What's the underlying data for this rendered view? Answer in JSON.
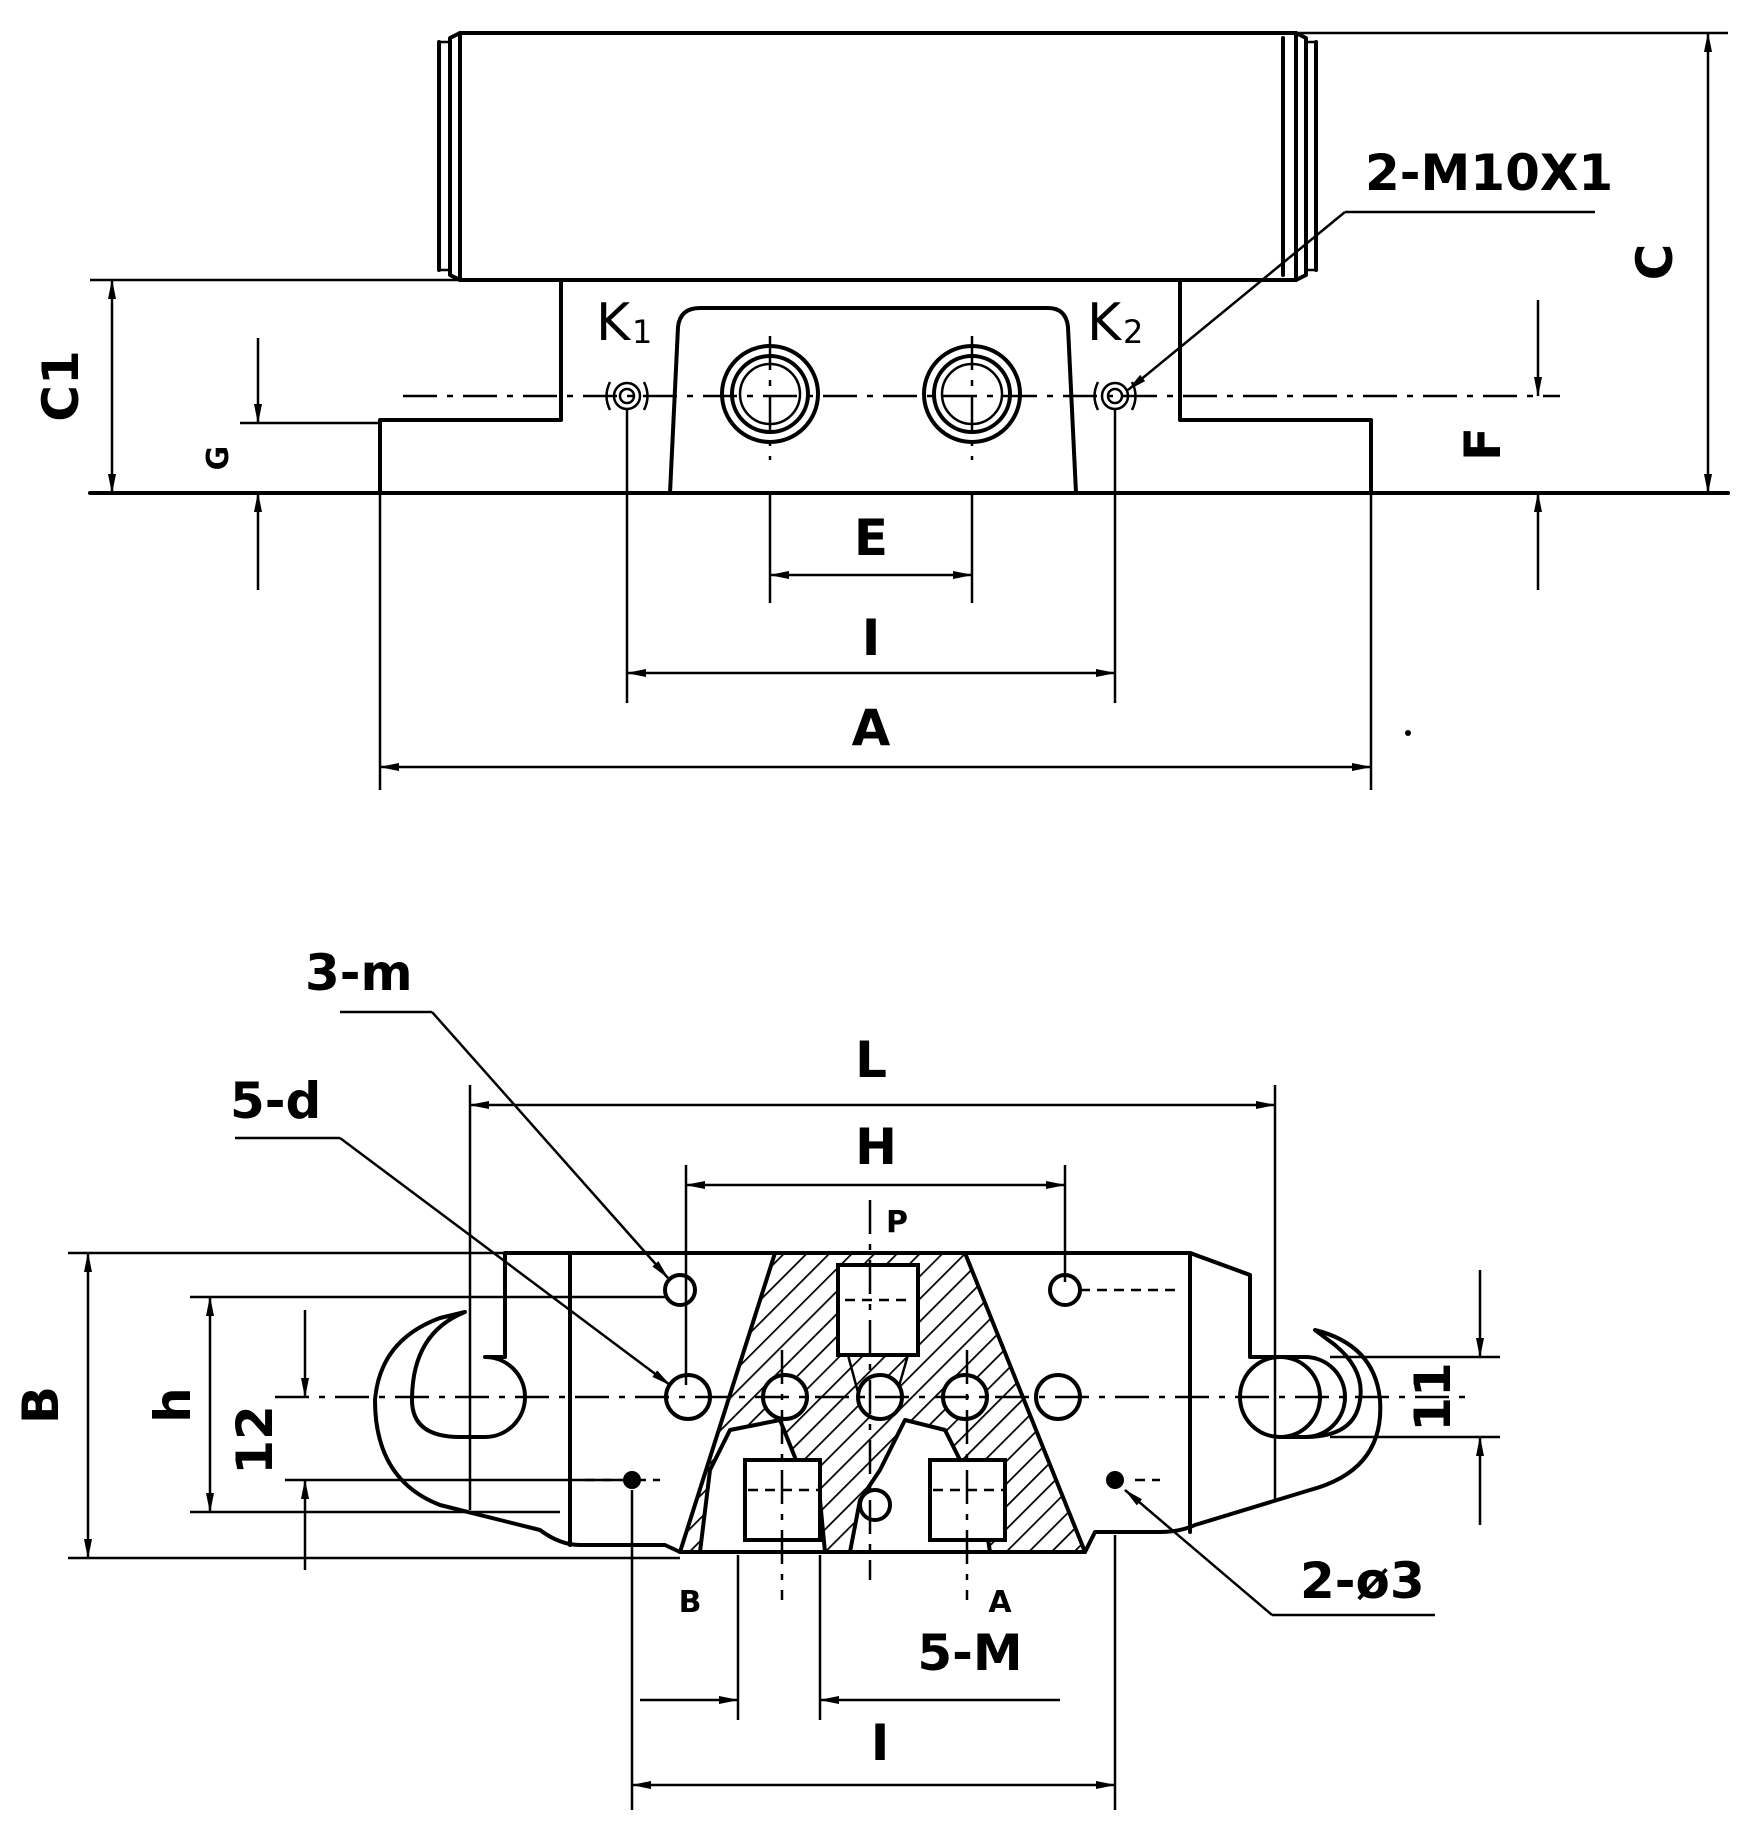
{
  "side_view": {
    "dims": {
      "C": "C",
      "C1": "C1",
      "G": "G",
      "F": "F",
      "E": "E",
      "I": "I",
      "A": "A"
    },
    "ports": {
      "K1_letter": "K",
      "K1_sub": "1",
      "K2_letter": "K",
      "K2_sub": "2"
    },
    "thread_callout": "2-M10X1"
  },
  "plan_view": {
    "callouts": {
      "holes_m": "3-m",
      "holes_d": "5-d",
      "pins": "2-ø3",
      "threads_M": "5-M"
    },
    "dims": {
      "L": "L",
      "H": "H",
      "B": "B",
      "h": "h",
      "d12": "12",
      "d11": "11",
      "I": "I"
    },
    "port_labels": {
      "P": "P",
      "A": "A",
      "B": "B"
    }
  }
}
